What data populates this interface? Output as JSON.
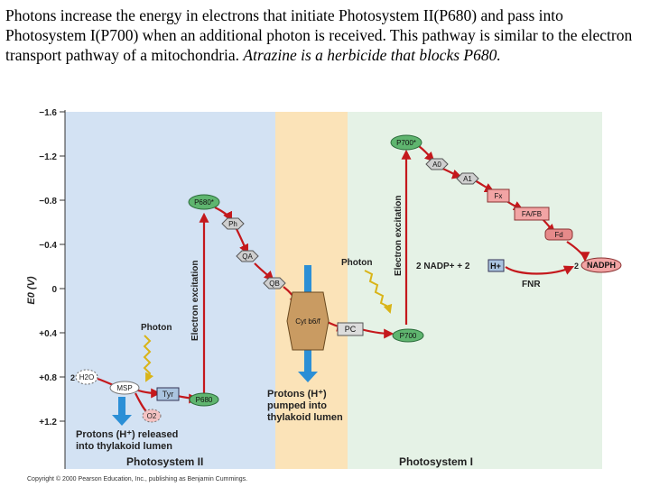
{
  "caption": {
    "plain": "Photons increase the energy in electrons that initiate Photosystem II(P680) and pass into Photosystem I(P700) when an additional photon is received.  This pathway is similar to the electron transport pathway of a mitochondria. ",
    "italic": "Atrazine is a herbicide that blocks P680."
  },
  "axis": {
    "label": "E0 (V)",
    "ticks": [
      "−1.6",
      "−1.2",
      "−0.8",
      "−0.4",
      "0",
      "+0.4",
      "+0.8",
      "+1.2"
    ]
  },
  "panels": {
    "ps2_title": "Photosystem II",
    "ps1_title": "Photosystem I"
  },
  "colors": {
    "ps2_bg": "#d3e2f3",
    "cyt_bg": "#fbe3b8",
    "ps1_bg": "#e5f2e6",
    "arrow_red": "#c4181c",
    "down_arrow_blue": "#2b8fd6",
    "photon_yellow": "#d9b418"
  },
  "nodes": {
    "h2o": "H2O",
    "two": "2",
    "msp": "MSP",
    "tyr": "Tyr",
    "o2": "O2",
    "p680": "P680",
    "p680_star": "P680*",
    "ph": "Ph",
    "qa": "QA",
    "qb": "QB",
    "cyt": "Cyt b6/f",
    "pc": "PC",
    "p700": "P700",
    "p700_star": "P700*",
    "a0": "A0",
    "a1": "A1",
    "fx": "Fx",
    "fafb": "FA/FB",
    "fd": "Fd",
    "nadph": "NADPH",
    "fnr": "FNR",
    "two_nadp": "2 NADP+ + 2",
    "hplus": "H+",
    "two_b": "2"
  },
  "labels": {
    "photon_ps2": "Photon",
    "photon_ps1": "Photon",
    "excitation_ps2": "Electron excitation",
    "excitation_ps1": "Electron excitation",
    "protons_released_1": "Protons (H⁺) released",
    "protons_released_2": "into thylakoid lumen",
    "protons_pumped_1": "Protons (H⁺)",
    "protons_pumped_2": "pumped into",
    "protons_pumped_3": "thylakoid lumen"
  },
  "copyright": "Copyright © 2000 Pearson Education, Inc., publishing as Benjamin Cummings."
}
